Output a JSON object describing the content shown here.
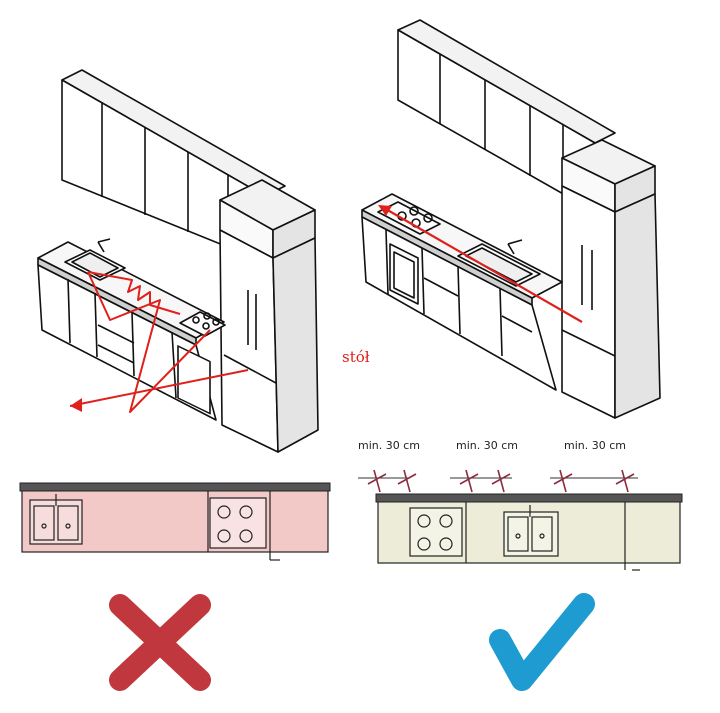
{
  "labels": {
    "table": "stół",
    "clearance_1": "min. 30 cm",
    "clearance_2": "min. 30 cm",
    "clearance_3": "min. 30 cm"
  },
  "verdicts": {
    "wrong": "cross-icon",
    "right": "check-icon"
  },
  "colors": {
    "wrong_fill": "#f3c9c8",
    "right_fill": "#ececd8",
    "countertop": "#555555",
    "path_red": "#e0201b",
    "dim_marker": "#8b2d3f",
    "cross": "#c0383d",
    "check": "#1e9bd0"
  }
}
